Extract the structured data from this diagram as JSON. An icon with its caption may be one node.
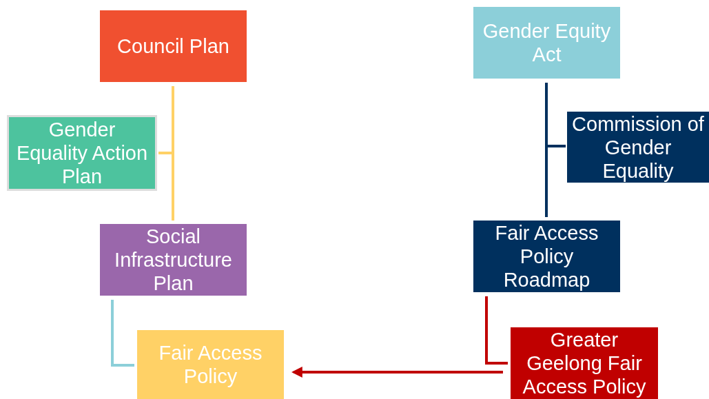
{
  "diagram": {
    "nodes": [
      {
        "text": [
          "Council Plan"
        ]
      },
      {
        "text": [
          "Gender Equality Action Plan"
        ]
      },
      {
        "text": [
          "Social Infrastructure Plan"
        ]
      },
      {
        "text": [
          "Fair Access Policy"
        ]
      },
      {
        "text": [
          "Gender Equity Act"
        ]
      },
      {
        "text": [
          "Commission of Gender Equality"
        ]
      },
      {
        "text": [
          "Fair Access Policy Roadmap"
        ]
      },
      {
        "text": [
          "Greater Geelong Fair Access Policy"
        ]
      }
    ],
    "edges": [
      {
        "from": 0,
        "to": 2,
        "arrow": "none",
        "color": "#ffd166"
      },
      {
        "from": 1,
        "to": 2,
        "arrow": "none",
        "color": "#ffd166"
      },
      {
        "from": 2,
        "to": 3,
        "arrow": "none",
        "color": "#8ccfd9"
      },
      {
        "from": 4,
        "to": 6,
        "arrow": "none",
        "color": "#00305e"
      },
      {
        "from": 5,
        "to": 6,
        "arrow": "none",
        "color": "#00305e"
      },
      {
        "from": 6,
        "to": 7,
        "arrow": "none",
        "color": "#c00000"
      },
      {
        "from": 7,
        "to": 3,
        "arrow": "to",
        "color": "#c00000"
      }
    ]
  }
}
